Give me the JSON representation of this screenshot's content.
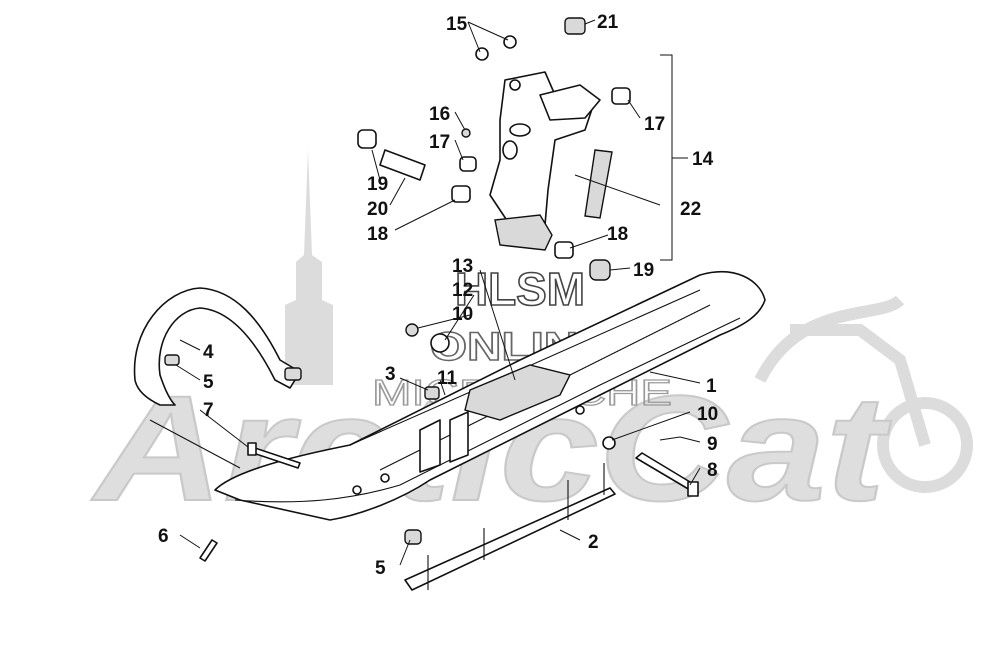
{
  "watermark": {
    "line1": "HLSM",
    "line2": "ONLINE",
    "line3": "MICROFICHE",
    "brand": "ArcticCat",
    "bg_color": "#d8d8d8"
  },
  "callouts": {
    "c1": "1",
    "c2": "2",
    "c3": "3",
    "c4": "4",
    "c5a": "5",
    "c5b": "5",
    "c6": "6",
    "c7": "7",
    "c8": "8",
    "c9": "9",
    "c10a": "10",
    "c10b": "10",
    "c11": "11",
    "c12": "12",
    "c13": "13",
    "c14": "14",
    "c15": "15",
    "c16": "16",
    "c17a": "17",
    "c17b": "17",
    "c18a": "18",
    "c18b": "18",
    "c19a": "19",
    "c19b": "19",
    "c20": "20",
    "c21": "21",
    "c22": "22"
  }
}
